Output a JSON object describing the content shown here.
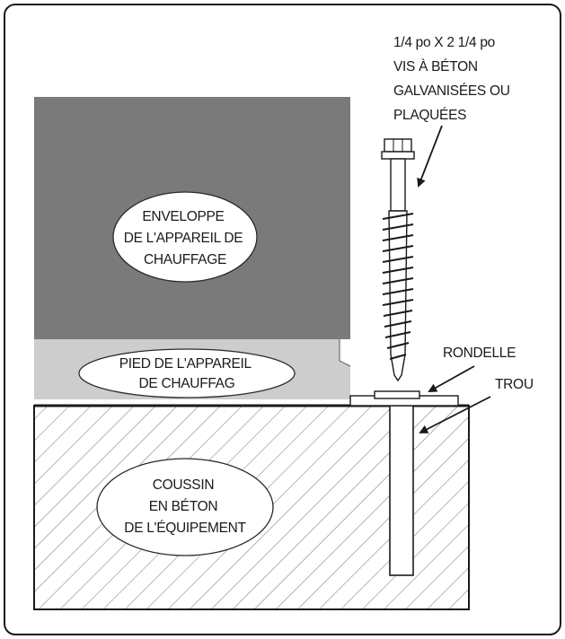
{
  "screw_callout": {
    "lines": [
      "1/4 po X 2 1/4 po",
      "VIS À BÉTON",
      "GALVANISÉES OU",
      "PLAQUÉES"
    ]
  },
  "housing_label": {
    "lines": [
      "ENVELOPPE",
      "DE L'APPAREIL DE",
      "CHAUFFAGE"
    ]
  },
  "foot_label": {
    "lines": [
      "PIED DE L'APPAREIL",
      "DE CHAUFFAG"
    ]
  },
  "pad_label": {
    "lines": [
      "COUSSIN",
      "EN BÉTON",
      "DE L'ÉQUIPEMENT"
    ]
  },
  "washer_label": "RONDELLE",
  "hole_label": "TROU",
  "colors": {
    "housing": "#7a7a7a",
    "foot": "#cdcdcd",
    "pad_fill": "#ffffff",
    "hatch": "#7c7c7c",
    "outline": "#1a1a1a"
  }
}
